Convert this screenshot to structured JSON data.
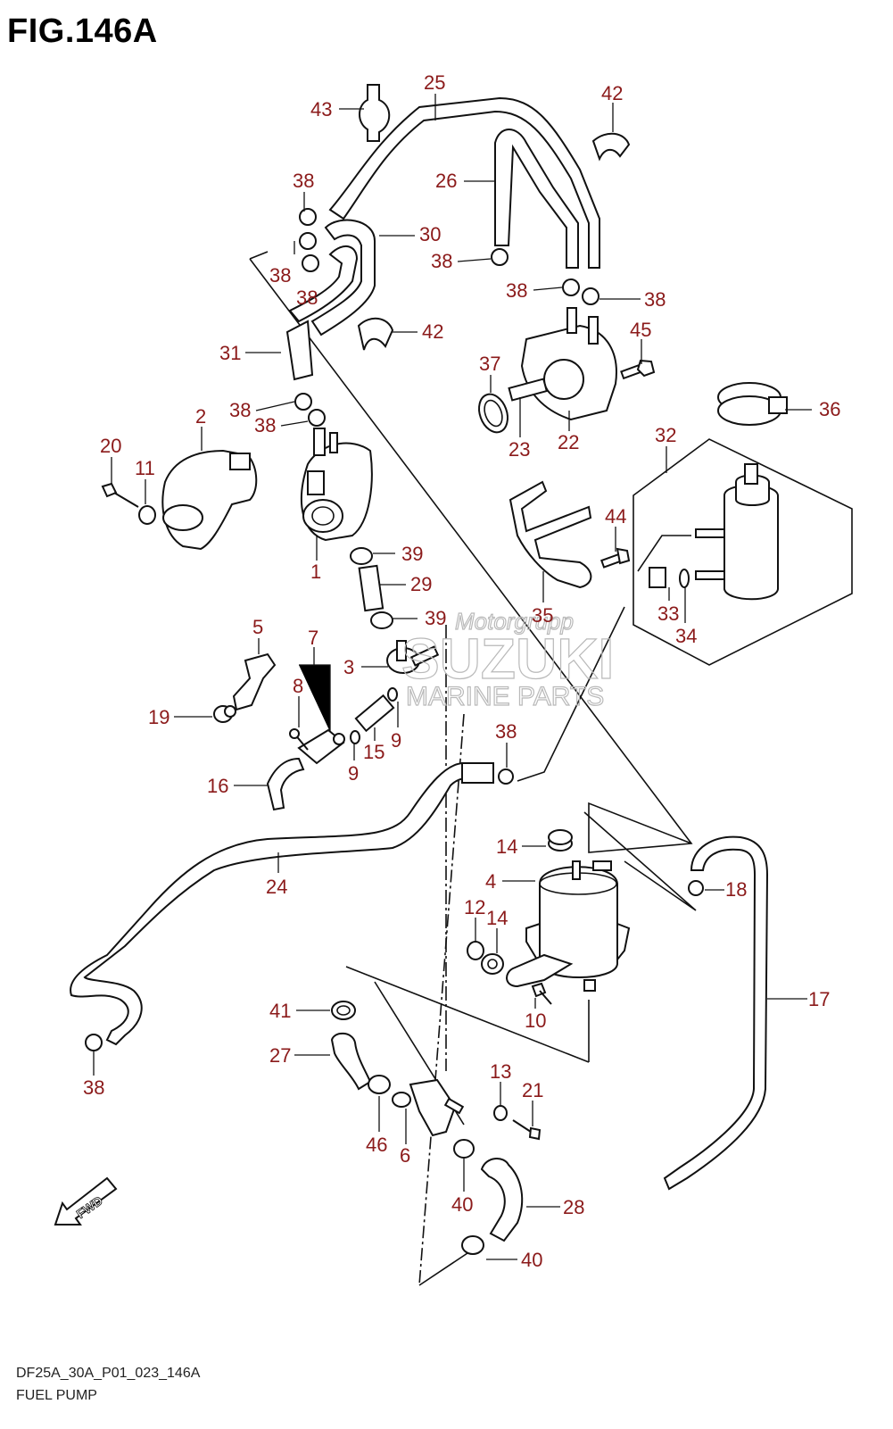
{
  "figure": {
    "title": "FIG.146A",
    "drawing_code": "DF25A_30A_P01_023_146A",
    "name": "FUEL PUMP"
  },
  "watermark": {
    "brand": "SUZUKI",
    "subtitle": "MARINE PARTS",
    "script": "Motorgrupp"
  },
  "fwd_label": "FWD",
  "callouts": [
    {
      "id": "c-25",
      "label": "25"
    },
    {
      "id": "c-43",
      "label": "43"
    },
    {
      "id": "c-42a",
      "label": "42"
    },
    {
      "id": "c-26",
      "label": "26"
    },
    {
      "id": "c-38a",
      "label": "38"
    },
    {
      "id": "c-30",
      "label": "30"
    },
    {
      "id": "c-38b",
      "label": "38"
    },
    {
      "id": "c-38c",
      "label": "38"
    },
    {
      "id": "c-38d",
      "label": "38"
    },
    {
      "id": "c-38e",
      "label": "38"
    },
    {
      "id": "c-38f",
      "label": "38"
    },
    {
      "id": "c-42b",
      "label": "42"
    },
    {
      "id": "c-45",
      "label": "45"
    },
    {
      "id": "c-31",
      "label": "31"
    },
    {
      "id": "c-37",
      "label": "37"
    },
    {
      "id": "c-36",
      "label": "36"
    },
    {
      "id": "c-2",
      "label": "2"
    },
    {
      "id": "c-38g",
      "label": "38"
    },
    {
      "id": "c-38h",
      "label": "38"
    },
    {
      "id": "c-23",
      "label": "23"
    },
    {
      "id": "c-22",
      "label": "22"
    },
    {
      "id": "c-20",
      "label": "20"
    },
    {
      "id": "c-11",
      "label": "11"
    },
    {
      "id": "c-32",
      "label": "32"
    },
    {
      "id": "c-44",
      "label": "44"
    },
    {
      "id": "c-39a",
      "label": "39"
    },
    {
      "id": "c-1",
      "label": "1"
    },
    {
      "id": "c-29",
      "label": "29"
    },
    {
      "id": "c-33",
      "label": "33"
    },
    {
      "id": "c-34",
      "label": "34"
    },
    {
      "id": "c-35",
      "label": "35"
    },
    {
      "id": "c-5",
      "label": "5"
    },
    {
      "id": "c-7",
      "label": "7"
    },
    {
      "id": "c-39b",
      "label": "39"
    },
    {
      "id": "c-3",
      "label": "3"
    },
    {
      "id": "c-8",
      "label": "8"
    },
    {
      "id": "c-19",
      "label": "19"
    },
    {
      "id": "c-9a",
      "label": "9"
    },
    {
      "id": "c-15",
      "label": "15"
    },
    {
      "id": "c-9b",
      "label": "9"
    },
    {
      "id": "c-38i",
      "label": "38"
    },
    {
      "id": "c-16",
      "label": "16"
    },
    {
      "id": "c-14a",
      "label": "14"
    },
    {
      "id": "c-24",
      "label": "24"
    },
    {
      "id": "c-4",
      "label": "4"
    },
    {
      "id": "c-18",
      "label": "18"
    },
    {
      "id": "c-12",
      "label": "12"
    },
    {
      "id": "c-14b",
      "label": "14"
    },
    {
      "id": "c-17",
      "label": "17"
    },
    {
      "id": "c-10",
      "label": "10"
    },
    {
      "id": "c-41",
      "label": "41"
    },
    {
      "id": "c-38j",
      "label": "38"
    },
    {
      "id": "c-27",
      "label": "27"
    },
    {
      "id": "c-13",
      "label": "13"
    },
    {
      "id": "c-21",
      "label": "21"
    },
    {
      "id": "c-46",
      "label": "46"
    },
    {
      "id": "c-6",
      "label": "6"
    },
    {
      "id": "c-40a",
      "label": "40"
    },
    {
      "id": "c-28",
      "label": "28"
    },
    {
      "id": "c-40b",
      "label": "40"
    }
  ]
}
